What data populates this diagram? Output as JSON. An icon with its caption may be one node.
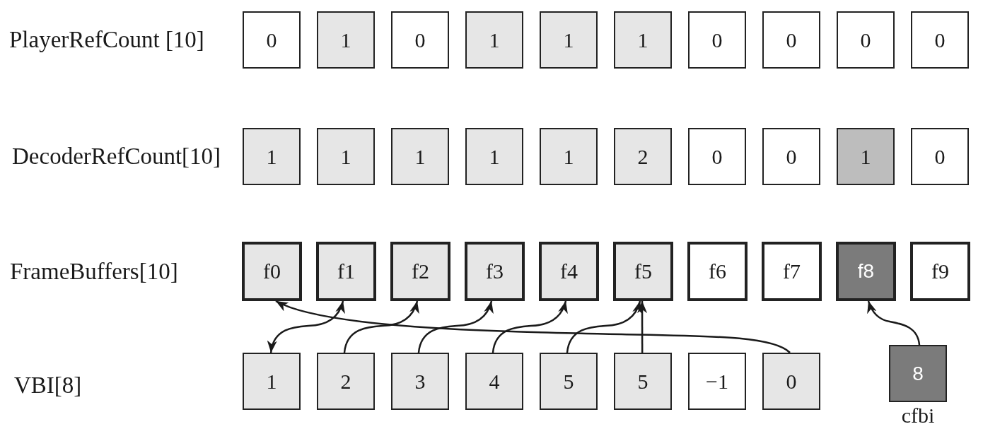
{
  "diagram": {
    "nodes": [
      {
        "text": [
          "0"
        ]
      },
      {
        "text": [
          "1"
        ]
      },
      {
        "text": [
          "0"
        ]
      },
      {
        "text": [
          "1"
        ]
      },
      {
        "text": [
          "1"
        ]
      },
      {
        "text": [
          "1"
        ]
      },
      {
        "text": [
          "0"
        ]
      },
      {
        "text": [
          "0"
        ]
      },
      {
        "text": [
          "0"
        ]
      },
      {
        "text": [
          "0"
        ]
      },
      {
        "text": [
          "1"
        ]
      },
      {
        "text": [
          "1"
        ]
      },
      {
        "text": [
          "1"
        ]
      },
      {
        "text": [
          "1"
        ]
      },
      {
        "text": [
          "1"
        ]
      },
      {
        "text": [
          "2"
        ]
      },
      {
        "text": [
          "0"
        ]
      },
      {
        "text": [
          "0"
        ]
      },
      {
        "text": [
          "1"
        ]
      },
      {
        "text": [
          "0"
        ]
      },
      {
        "text": [
          "f0"
        ]
      },
      {
        "text": [
          "f1"
        ]
      },
      {
        "text": [
          "f2"
        ]
      },
      {
        "text": [
          "f3"
        ]
      },
      {
        "text": [
          "f4"
        ]
      },
      {
        "text": [
          "f5"
        ]
      },
      {
        "text": [
          "f6"
        ]
      },
      {
        "text": [
          "f7"
        ]
      },
      {
        "text": [
          "f8"
        ]
      },
      {
        "text": [
          "f9"
        ]
      },
      {
        "text": [
          "1"
        ]
      },
      {
        "text": [
          "2"
        ]
      },
      {
        "text": [
          "3"
        ]
      },
      {
        "text": [
          "4"
        ]
      },
      {
        "text": [
          "5"
        ]
      },
      {
        "text": [
          "5"
        ]
      },
      {
        "text": [
          "−1"
        ]
      },
      {
        "text": [
          "0"
        ]
      },
      {
        "text": [
          "8"
        ],
        "beside": [
          "cfbi"
        ]
      }
    ],
    "edges": [
      {
        "from": 30,
        "to": 21,
        "arrow": "both"
      },
      {
        "from": 31,
        "to": 22,
        "arrow": "to"
      },
      {
        "from": 32,
        "to": 23,
        "arrow": "to"
      },
      {
        "from": 33,
        "to": 24,
        "arrow": "to"
      },
      {
        "from": 34,
        "to": 25,
        "arrow": "to"
      },
      {
        "from": 35,
        "to": 25,
        "arrow": "to"
      },
      {
        "from": 37,
        "to": 20,
        "arrow": "to"
      },
      {
        "from": 38,
        "to": 28,
        "arrow": "to"
      }
    ],
    "labels": [
      "PlayerRefCount [10]",
      "DecoderRefCount[10]",
      "FrameBuffers[10]",
      "VBI[8]"
    ]
  }
}
